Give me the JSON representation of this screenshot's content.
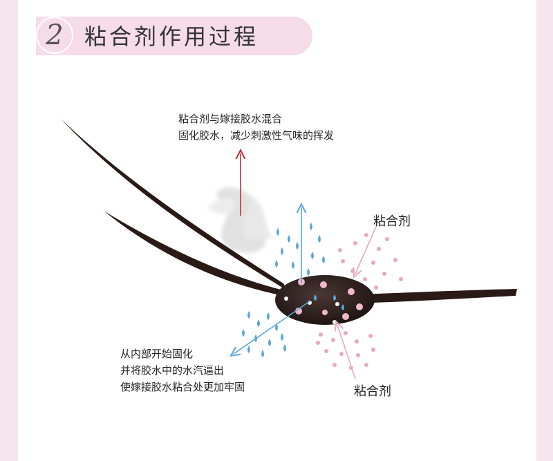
{
  "header": {
    "step_number": "2",
    "title": "粘合剂作用过程"
  },
  "notes": {
    "top": [
      "粘合剂与嫁接胶水混合",
      "固化胶水，减少刺激性气味的挥发"
    ],
    "bottom": [
      "从内部开始固化",
      "并将胶水中的水汽逼出",
      "使嫁接胶水粘合处更加牢固"
    ]
  },
  "labels": {
    "adhesive_top": "粘合剂",
    "adhesive_bottom": "粘合剂"
  },
  "colors": {
    "background": "#f6e4ee",
    "title_pill": "#f6dce8",
    "lash": "#2a1a16",
    "red_arrow": "#c0303a",
    "blue": "#5aa8dc",
    "pink": "#e8a8c0"
  }
}
